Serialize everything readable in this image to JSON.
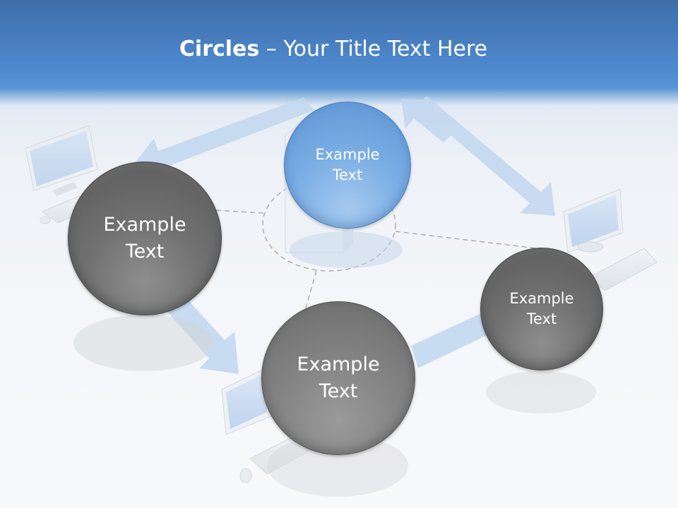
{
  "title": {
    "bold": "Circles",
    "rest": " – Your Title Text Here"
  },
  "nodes": {
    "top": {
      "line1": "Example",
      "line2": "Text"
    },
    "left": {
      "line1": "Example",
      "line2": "Text"
    },
    "bottom": {
      "line1": "Example",
      "line2": "Text"
    },
    "right": {
      "line1": "Example",
      "line2": "Text"
    }
  },
  "colors": {
    "header_blue": "#4f8ad0",
    "circle_blue": "#7aaee4",
    "circle_gray": "#6f6f6f",
    "arrow_blue": "#c3d8f0"
  }
}
